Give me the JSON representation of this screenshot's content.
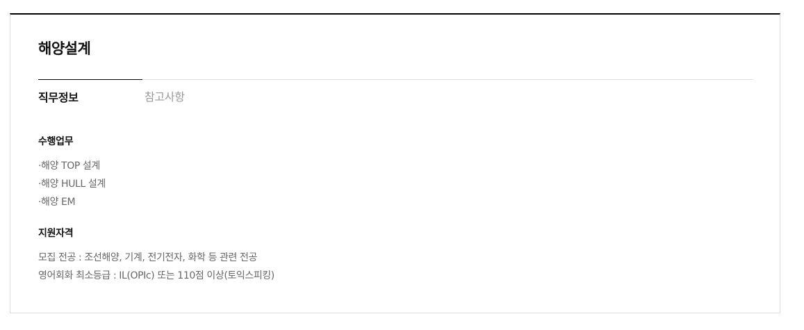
{
  "card": {
    "title": "해양설계",
    "tabs": [
      {
        "label": "직무정보",
        "active": true
      },
      {
        "label": "참고사항",
        "active": false
      }
    ],
    "sections": [
      {
        "heading": "수행업무",
        "items": [
          "·해양 TOP 설계",
          "·해양 HULL 설계",
          "·해양 EM"
        ]
      },
      {
        "heading": "지원자격",
        "items": [
          "모집 전공 : 조선해양, 기계, 전기전자, 화학 등 관련 전공",
          "영어회화 최소등급 : IL(OPIc) 또는 110점 이상(토익스피킹)"
        ]
      }
    ]
  },
  "colors": {
    "top_border": "#000000",
    "card_border": "#dcdcdc",
    "text_primary": "#111111",
    "text_secondary": "#666666",
    "tab_inactive": "#9a9a9a"
  }
}
